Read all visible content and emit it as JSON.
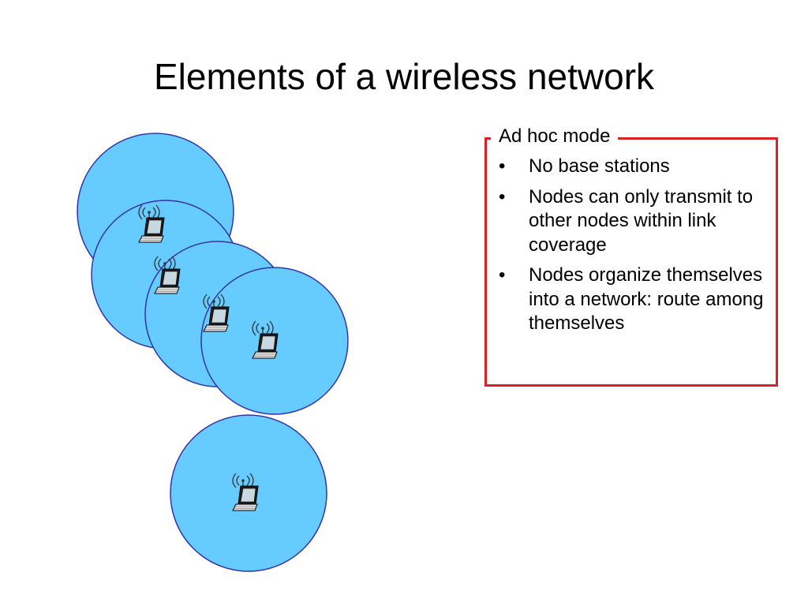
{
  "slide": {
    "title": "Elements of a wireless network"
  },
  "info_box": {
    "heading": "Ad hoc mode",
    "bullet_marker": "•",
    "bullets": [
      "No base stations",
      "Nodes can only transmit to other nodes within link coverage",
      "Nodes organize themselves into a network: route among themselves"
    ],
    "border_color": "#dd1f26"
  },
  "diagram": {
    "coverage_fill": "#66ccff",
    "coverage_stroke": "#3333aa",
    "laptop_icon": "laptop-with-wireless-antenna-icon",
    "coverage_icon": "coverage-area-icon"
  }
}
